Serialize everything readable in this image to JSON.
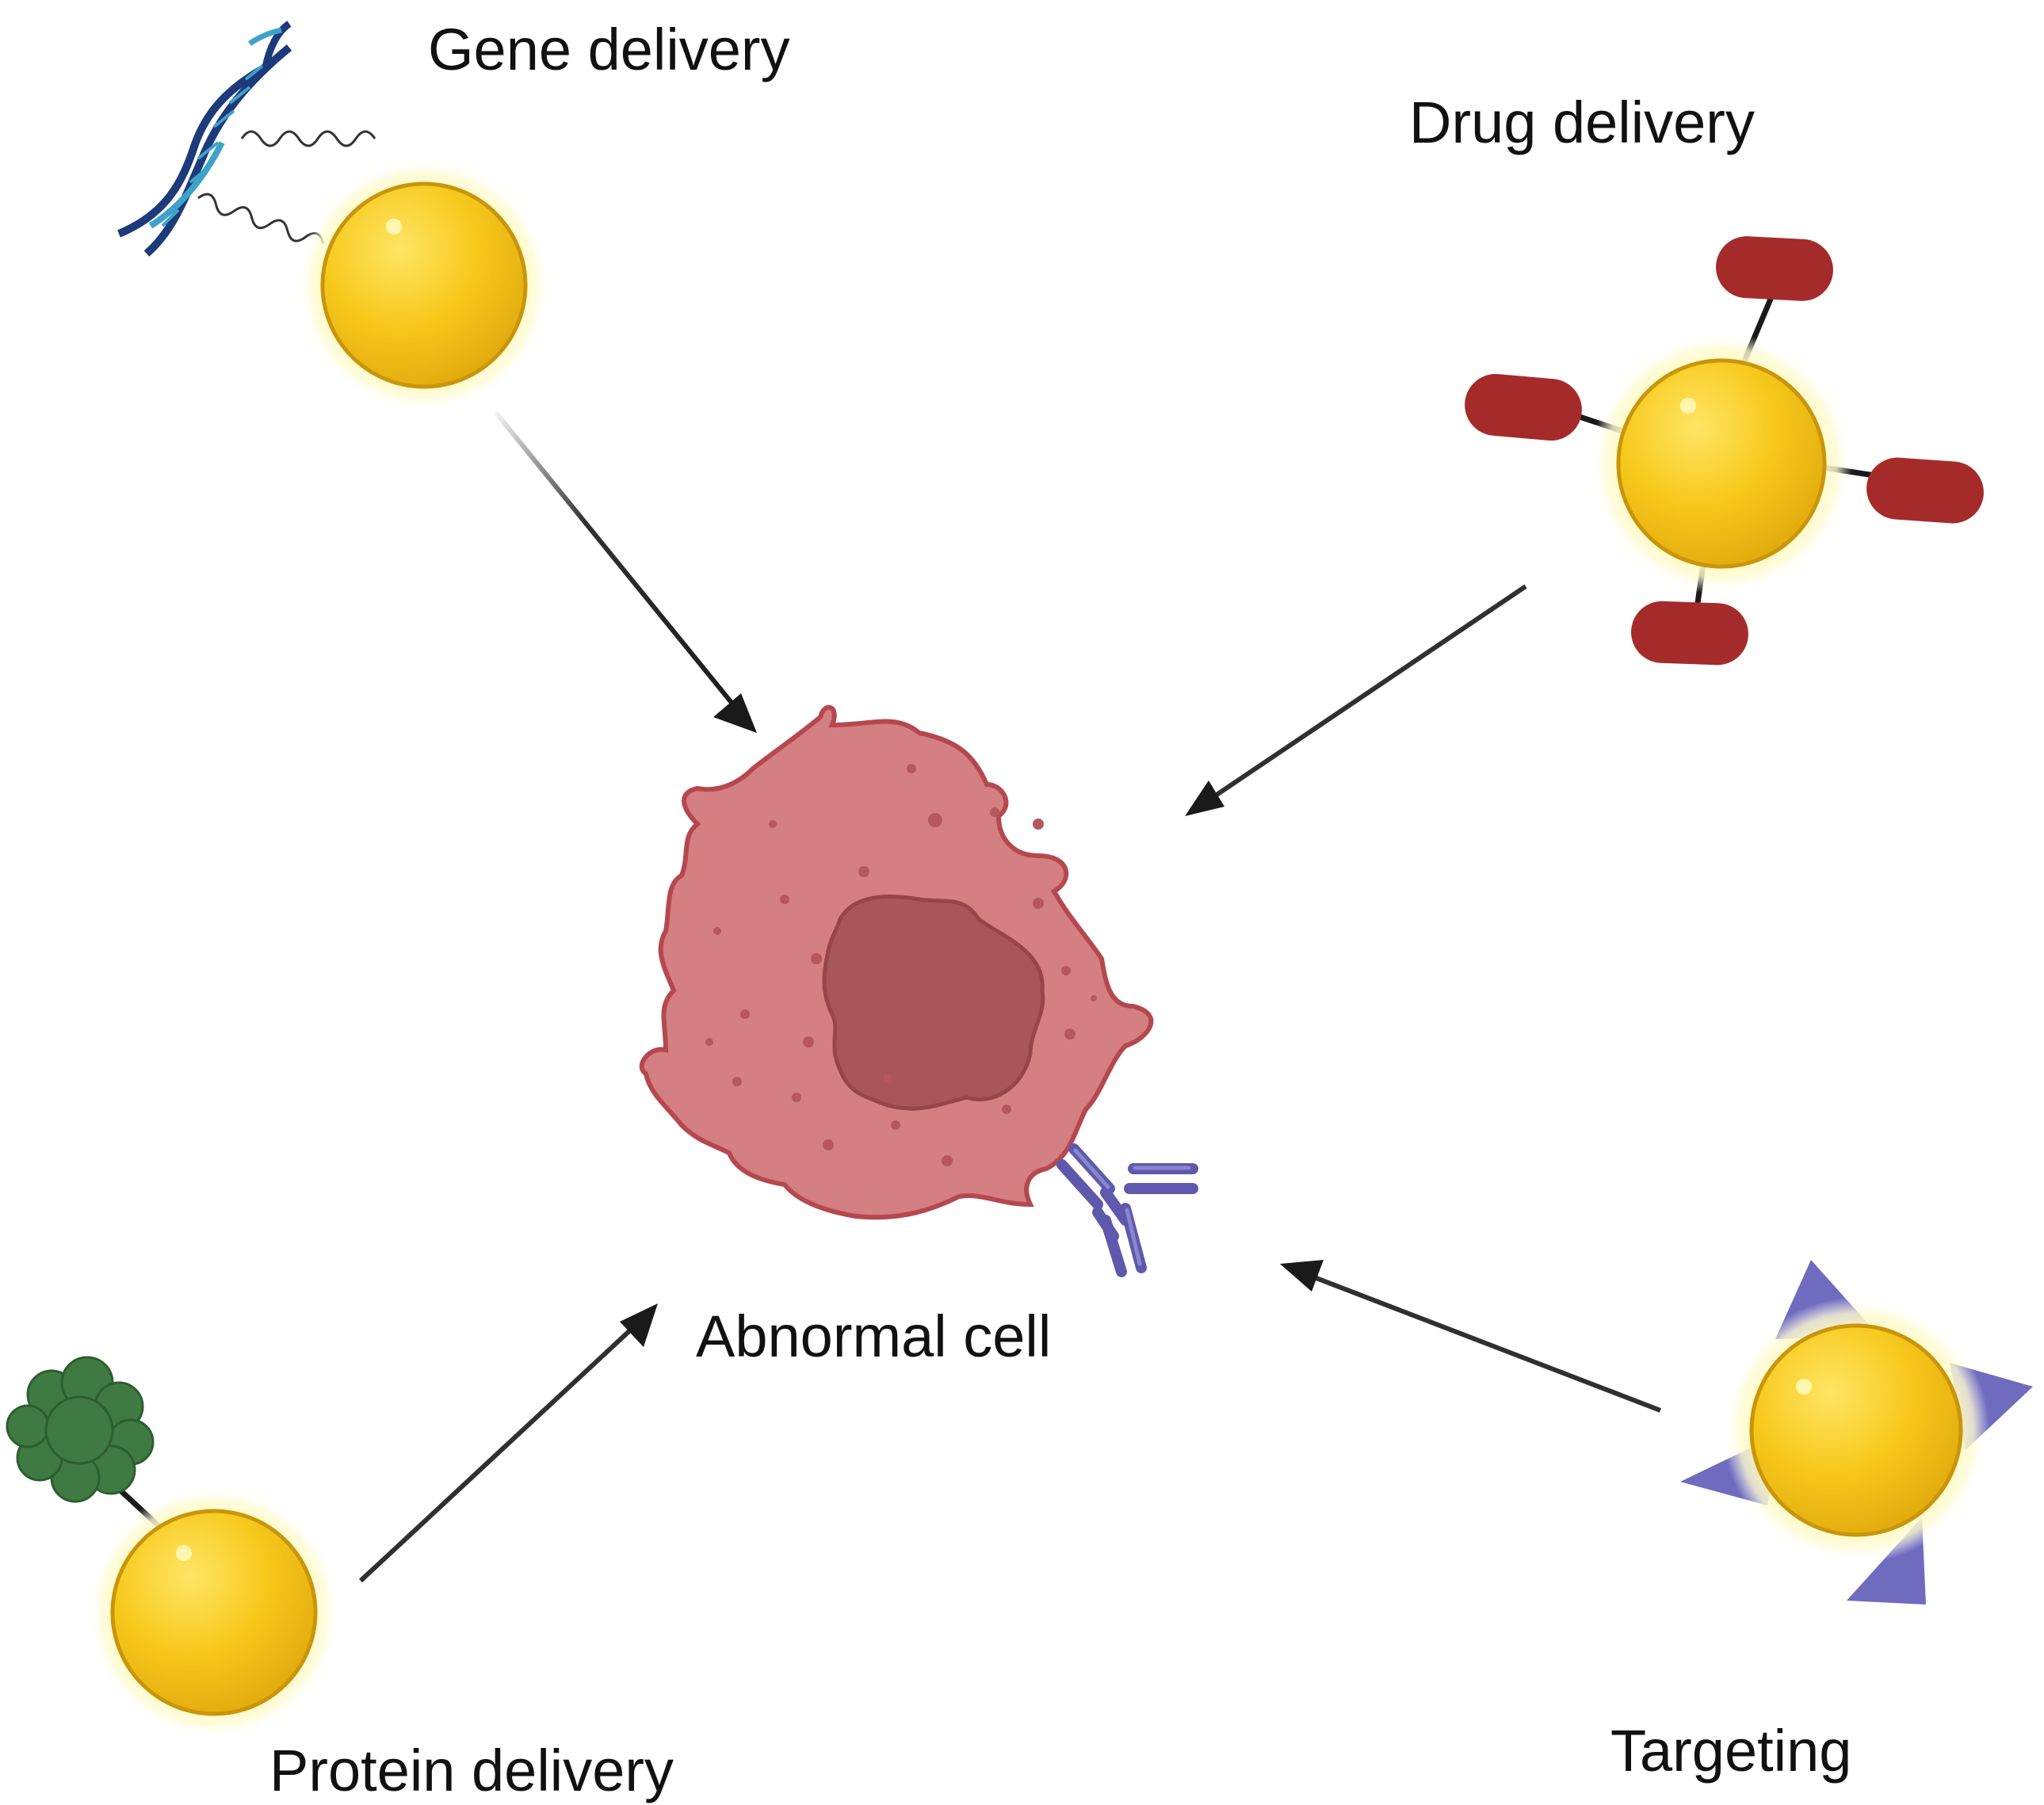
{
  "labels": {
    "gene_delivery": "Gene delivery",
    "drug_delivery": "Drug delivery",
    "abnormal_cell": "Abnormal cell",
    "protein_delivery": "Protein delivery",
    "targeting": "Targeting"
  },
  "colors": {
    "nanoparticle_gold": "#f5c21b",
    "nanoparticle_edge": "#d19a0a",
    "glow": "#fff6a8",
    "cell_body": "#d47f82",
    "cell_edge": "#b5484f",
    "nucleus": "#a9565a",
    "drug_capsule": "#a52b2b",
    "protein": "#3e7a41",
    "antibody": "#6d67b8",
    "targeting_ligand": "#6f6bbf",
    "dna_dark": "#1d3a7a",
    "dna_light": "#3ea3c8",
    "arrow": "#1a1a1a"
  },
  "icons": [
    "dna-icon",
    "nanoparticle-icon",
    "drug-capsule-icon",
    "protein-icon",
    "antibody-icon",
    "cell-icon",
    "arrow-icon"
  ]
}
